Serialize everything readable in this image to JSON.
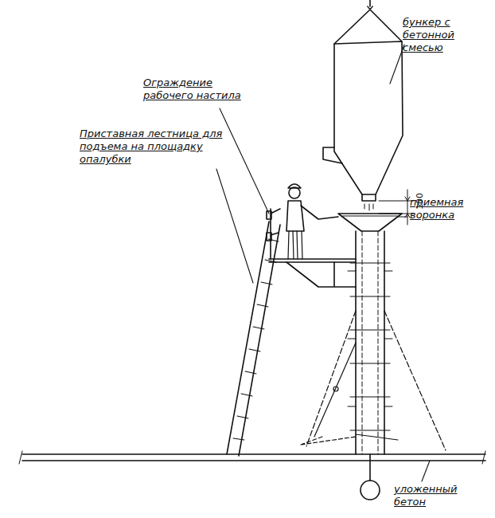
{
  "diagram": {
    "labels": [
      "бункер с бетонной смесью",
      "Ограждение рабочего настила",
      "Приставная лестница для подъема на площадку опалубки",
      "приемная воронка",
      "100",
      "уложенный бетон"
    ]
  }
}
